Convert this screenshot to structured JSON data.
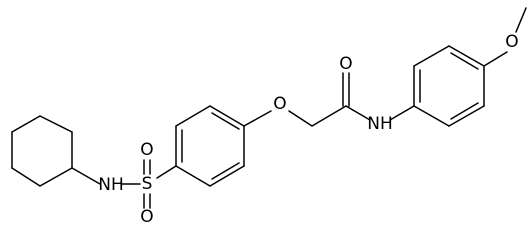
{
  "diagram": {
    "type": "chemical-structure",
    "atoms": {
      "sulfur": "S",
      "sulfonyl_oxygen_top": "O",
      "sulfonyl_oxygen_bottom": "O",
      "sulfonamide_nitrogen": "NH",
      "ether_oxygen": "O",
      "carbonyl_oxygen": "O",
      "amide_nitrogen": "NH",
      "methoxy_oxygen": "O"
    }
  }
}
